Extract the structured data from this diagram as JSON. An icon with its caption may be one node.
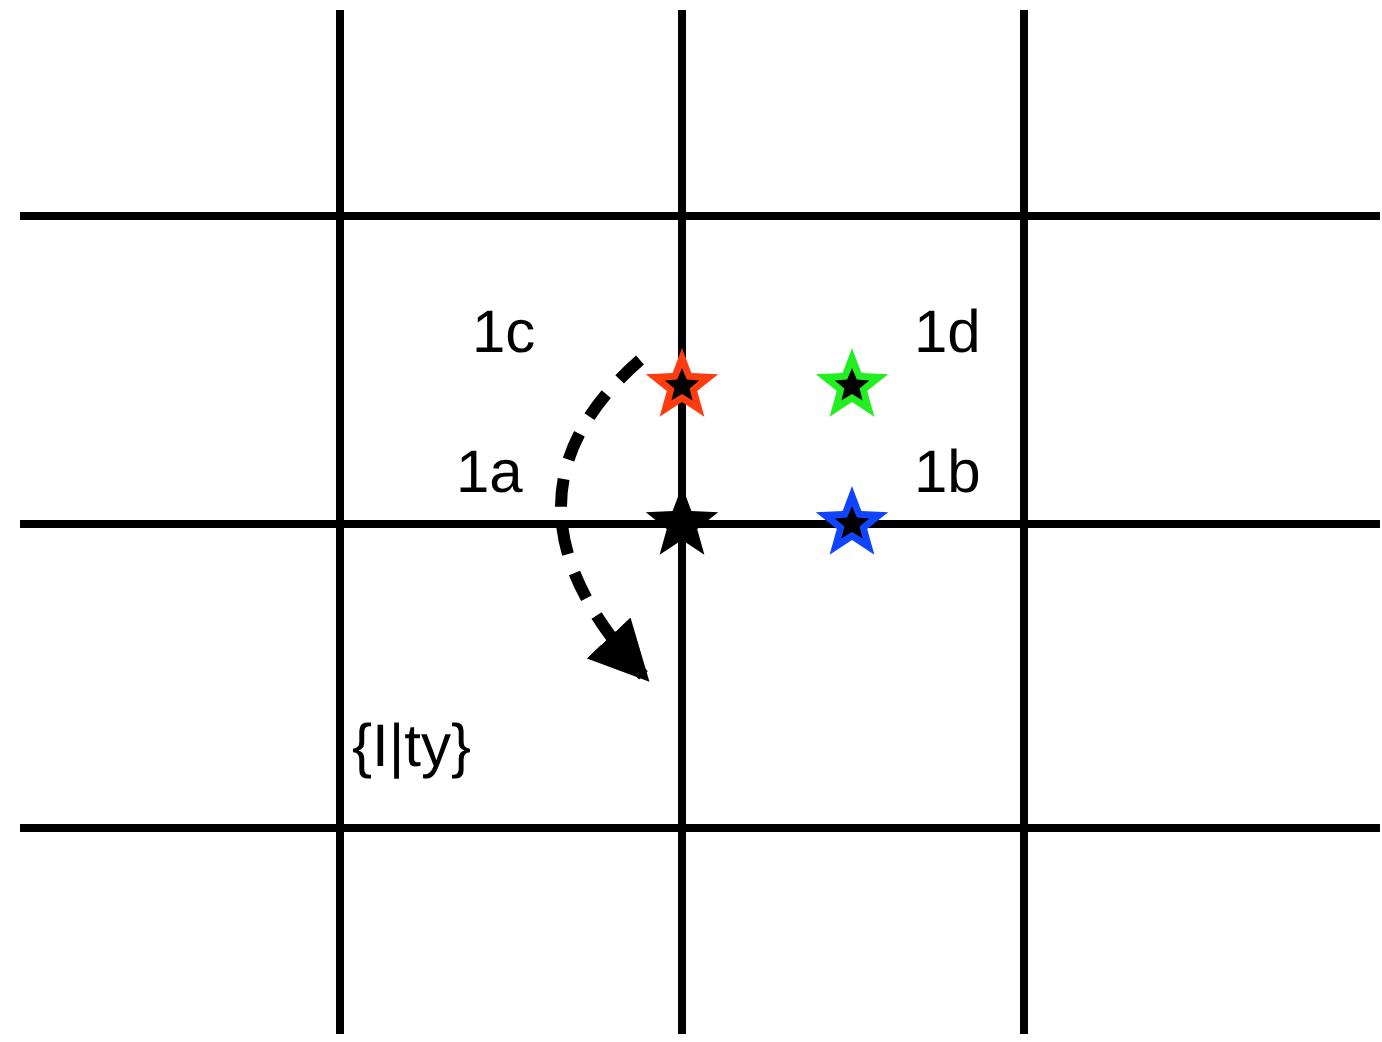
{
  "diagram": {
    "nodes": [
      {
        "text": [],
        "shape": "star",
        "beside": [
          "1c"
        ]
      },
      {
        "text": [],
        "shape": "star",
        "beside": [
          "1d"
        ]
      },
      {
        "text": [],
        "shape": "star",
        "beside": [
          "1a"
        ]
      },
      {
        "text": [],
        "shape": "star",
        "beside": [
          "1b"
        ]
      }
    ],
    "labels": [
      "{I|ty}"
    ]
  }
}
